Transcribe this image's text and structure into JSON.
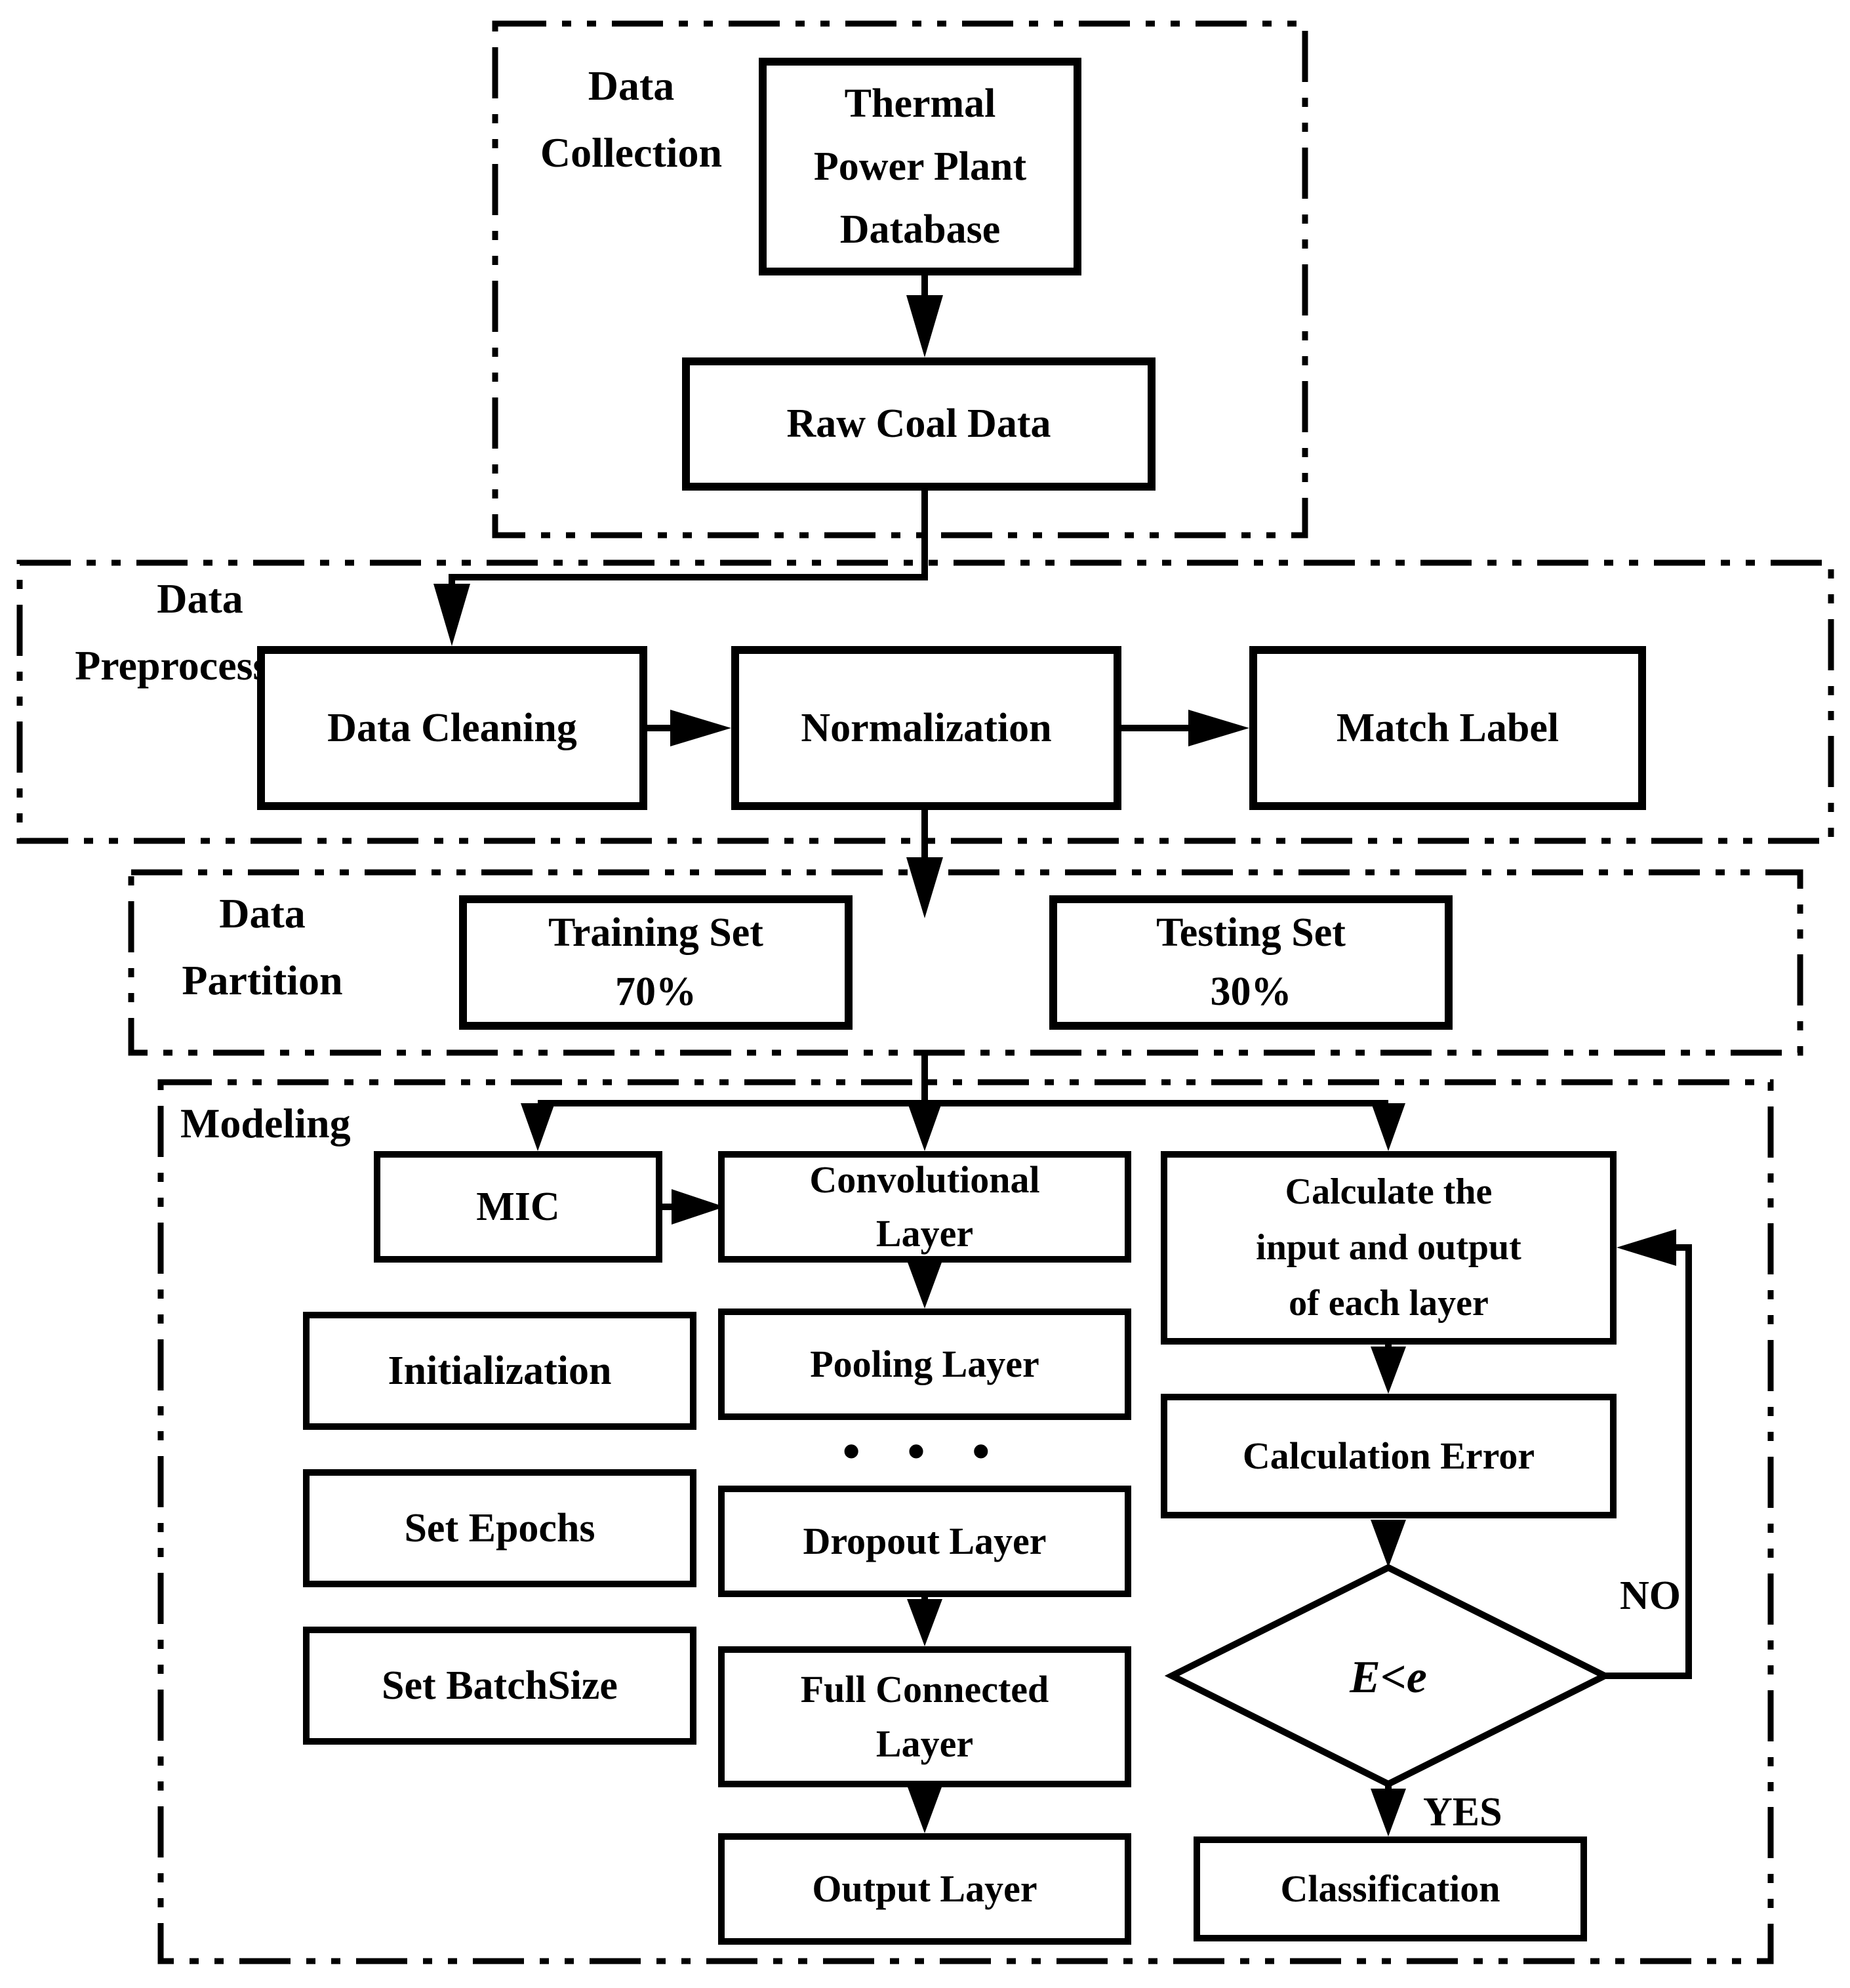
{
  "colors": {
    "ink": "#000000",
    "paper": "#ffffff"
  },
  "sections": {
    "collection": {
      "label": "Data\nCollection"
    },
    "preprocessing": {
      "label": "Data\nPreprocessing"
    },
    "partition": {
      "label": "Data\nPartition"
    },
    "modeling": {
      "label": "Modeling"
    }
  },
  "boxes": {
    "thermal": {
      "label": "Thermal\nPower Plant\nDatabase"
    },
    "rawcoal": {
      "label": "Raw Coal Data"
    },
    "cleaning": {
      "label": "Data Cleaning"
    },
    "normalization": {
      "label": "Normalization"
    },
    "matchlabel": {
      "label": "Match Label"
    },
    "training": {
      "label": "Training Set\n70%"
    },
    "testing": {
      "label": "Testing Set\n30%"
    },
    "mic": {
      "label": "MIC"
    },
    "initialization": {
      "label": "Initialization"
    },
    "epochs": {
      "label": "Set Epochs"
    },
    "batchsize": {
      "label": "Set BatchSize"
    },
    "conv": {
      "label": "Convolutional\nLayer"
    },
    "pooling": {
      "label": "Pooling Layer"
    },
    "dropout": {
      "label": "Dropout Layer"
    },
    "fullconn": {
      "label": "Full Connected\nLayer"
    },
    "output": {
      "label": "Output Layer"
    },
    "calc": {
      "label": "Calculate the\ninput and output\nof each layer"
    },
    "calcerror": {
      "label": "Calculation Error"
    },
    "classification": {
      "label": "Classification"
    }
  },
  "decision": {
    "label": "E<e",
    "yes": "YES",
    "no": "NO"
  },
  "ellipsis": "• • •"
}
